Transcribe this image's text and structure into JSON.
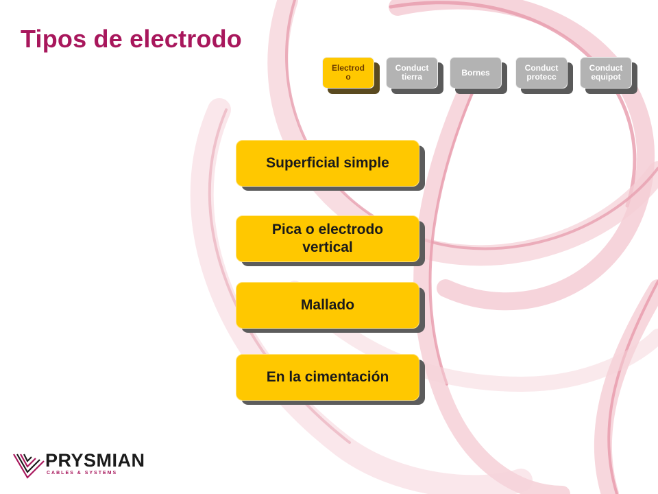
{
  "slide": {
    "title": "Tipos de electrodo"
  },
  "nav": {
    "items": [
      {
        "label": "Electrod\no",
        "active": true
      },
      {
        "label": "Conduct\ntierra",
        "active": false
      },
      {
        "label": "Bornes",
        "active": false
      },
      {
        "label": "Conduct\nprotecc",
        "active": false
      },
      {
        "label": "Conduct\nequipot",
        "active": false
      }
    ]
  },
  "options": [
    {
      "label": "Superficial simple"
    },
    {
      "label": "Pica o electrodo vertical"
    },
    {
      "label": "Mallado"
    },
    {
      "label": "En la cimentación"
    }
  ],
  "brand": {
    "name": "PRYSMIAN",
    "tagline": "CABLES & SYSTEMS"
  },
  "colors": {
    "title": "#a8175c",
    "button_active": "#ffc800",
    "button_inactive": "#b3b3b3",
    "background_swirl": "#e8a3b0"
  }
}
